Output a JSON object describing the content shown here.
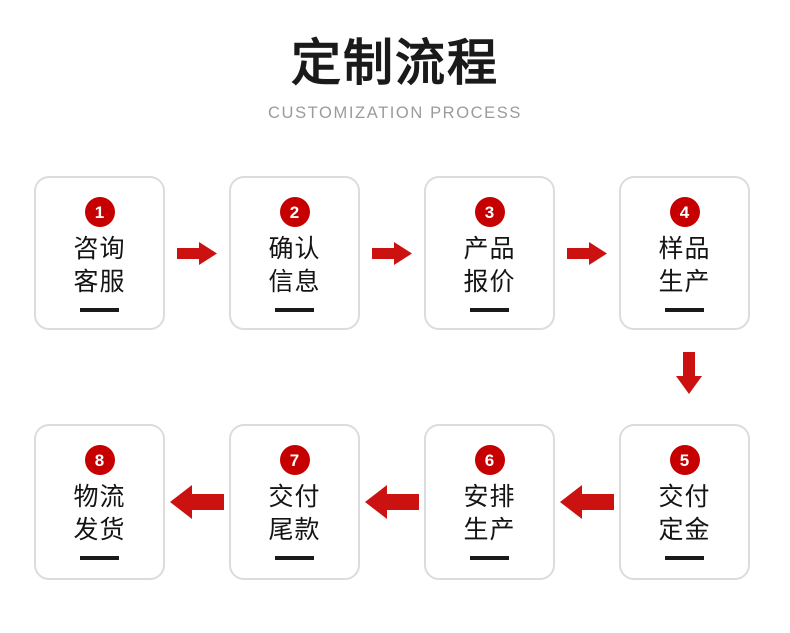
{
  "header": {
    "title": "定制流程",
    "subtitle": "CUSTOMIZATION PROCESS"
  },
  "colors": {
    "accent_red": "#c60000",
    "arrow_red": "#cc1111",
    "box_border": "#dcdcdc",
    "text_dark": "#141414",
    "subtitle_gray": "#9b9b9b"
  },
  "flow": {
    "row_top": {
      "steps": [
        {
          "number": "1",
          "line1": "咨询",
          "line2": "客服"
        },
        {
          "number": "2",
          "line1": "确认",
          "line2": "信息"
        },
        {
          "number": "3",
          "line1": "产品",
          "line2": "报价"
        },
        {
          "number": "4",
          "line1": "样品",
          "line2": "生产"
        }
      ],
      "connector_icon": "arrow-right-icon"
    },
    "row_bottom": {
      "steps": [
        {
          "number": "8",
          "line1": "物流",
          "line2": "发货"
        },
        {
          "number": "7",
          "line1": "交付",
          "line2": "尾款"
        },
        {
          "number": "6",
          "line1": "安排",
          "line2": "生产"
        },
        {
          "number": "5",
          "line1": "交付",
          "line2": "定金"
        }
      ],
      "connector_icon": "arrow-left-icon"
    },
    "row_connector": {
      "icon": "arrow-down-icon",
      "from_step": "4",
      "to_step": "5"
    }
  }
}
